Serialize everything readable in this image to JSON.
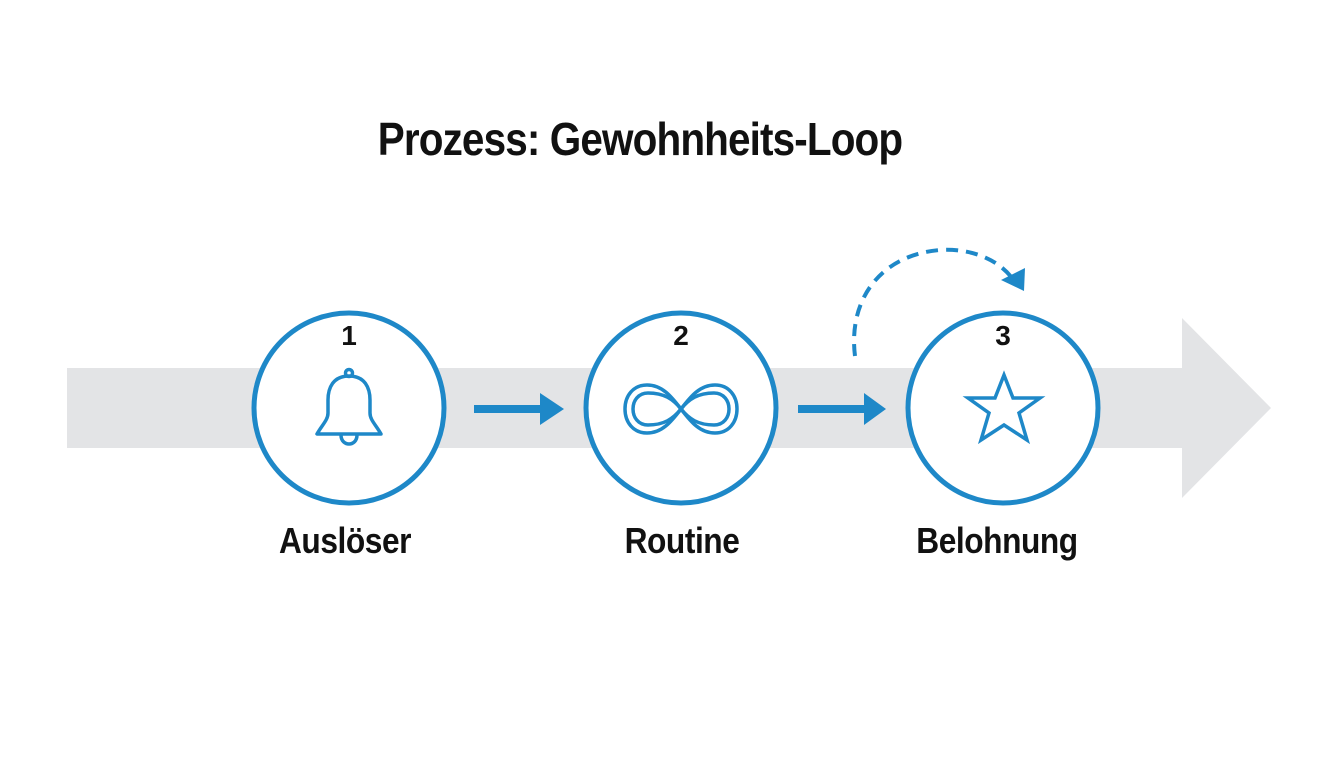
{
  "title": "Prozess: Gewohnheits-Loop",
  "colors": {
    "accent": "#1e88c8",
    "band": "#e3e4e6",
    "text": "#111111",
    "background": "#ffffff"
  },
  "steps": [
    {
      "number": "1",
      "label": "Auslöser",
      "icon": "bell-icon"
    },
    {
      "number": "2",
      "label": "Routine",
      "icon": "infinity-icon"
    },
    {
      "number": "3",
      "label": "Belohnung",
      "icon": "star-icon"
    }
  ],
  "connectors": [
    {
      "from": "1",
      "to": "2",
      "type": "solid-arrow"
    },
    {
      "from": "2",
      "to": "3",
      "type": "solid-arrow"
    },
    {
      "from": "2-3",
      "to": "3",
      "type": "dashed-curved-arrow"
    }
  ],
  "background_arrow": {
    "direction": "right"
  }
}
